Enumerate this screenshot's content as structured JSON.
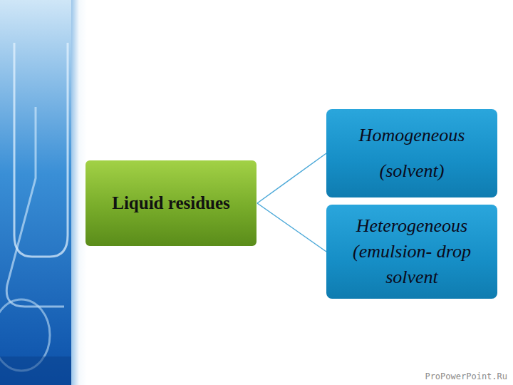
{
  "diagram": {
    "nodes": [
      {
        "text": [
          "Liquid residues"
        ]
      },
      {
        "text": [
          "Homogeneous (solvent)"
        ]
      },
      {
        "text": [
          "Heterogeneous (emulsion- drop solvent"
        ]
      }
    ],
    "edges": [
      {
        "from": 0,
        "to": 1,
        "arrow": "none"
      },
      {
        "from": 0,
        "to": 2,
        "arrow": "none"
      }
    ],
    "labels": [
      "ProPowerPoint.Ru"
    ]
  }
}
